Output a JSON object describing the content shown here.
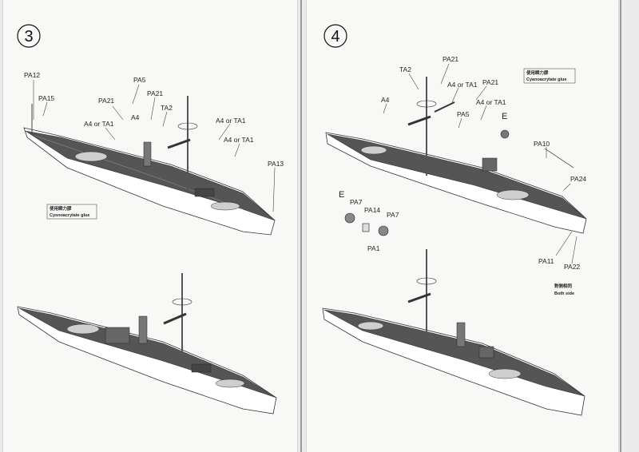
{
  "steps": [
    {
      "number": "3",
      "labels": {
        "pa12": "PA12",
        "pa15": "PA15",
        "pa5": "PA5",
        "pa21_a": "PA21",
        "pa21_b": "PA21",
        "a4": "A4",
        "ta2": "TA2",
        "a4_or_ta1_a": "A4 or TA1",
        "a4_or_ta1_b": "A4 or TA1",
        "a4_or_ta1_c": "A4 or TA1",
        "pa13": "PA13"
      },
      "glue_note": {
        "chinese": "使用瞬力膠",
        "english": "Cysnoacrylate glue"
      }
    },
    {
      "number": "4",
      "labels": {
        "ta2": "TA2",
        "pa21_a": "PA21",
        "pa21_b": "PA21",
        "a4": "A4",
        "a4_or_ta1_a": "A4 or TA1",
        "a4_or_ta1_b": "A4 or TA1",
        "pa5": "PA5",
        "e_a": "E",
        "e_b": "E",
        "pa10": "PA10",
        "pa24": "PA24",
        "pa7_a": "PA7",
        "pa7_b": "PA7",
        "pa14": "PA14",
        "pa1": "PA1",
        "pa11": "PA11",
        "pa22": "PA22"
      },
      "glue_note": {
        "chinese": "使用瞬力膠",
        "english": "Cyanoacrylate glue"
      },
      "both_side": {
        "chinese": "對側相同",
        "english": "Both side"
      }
    }
  ]
}
